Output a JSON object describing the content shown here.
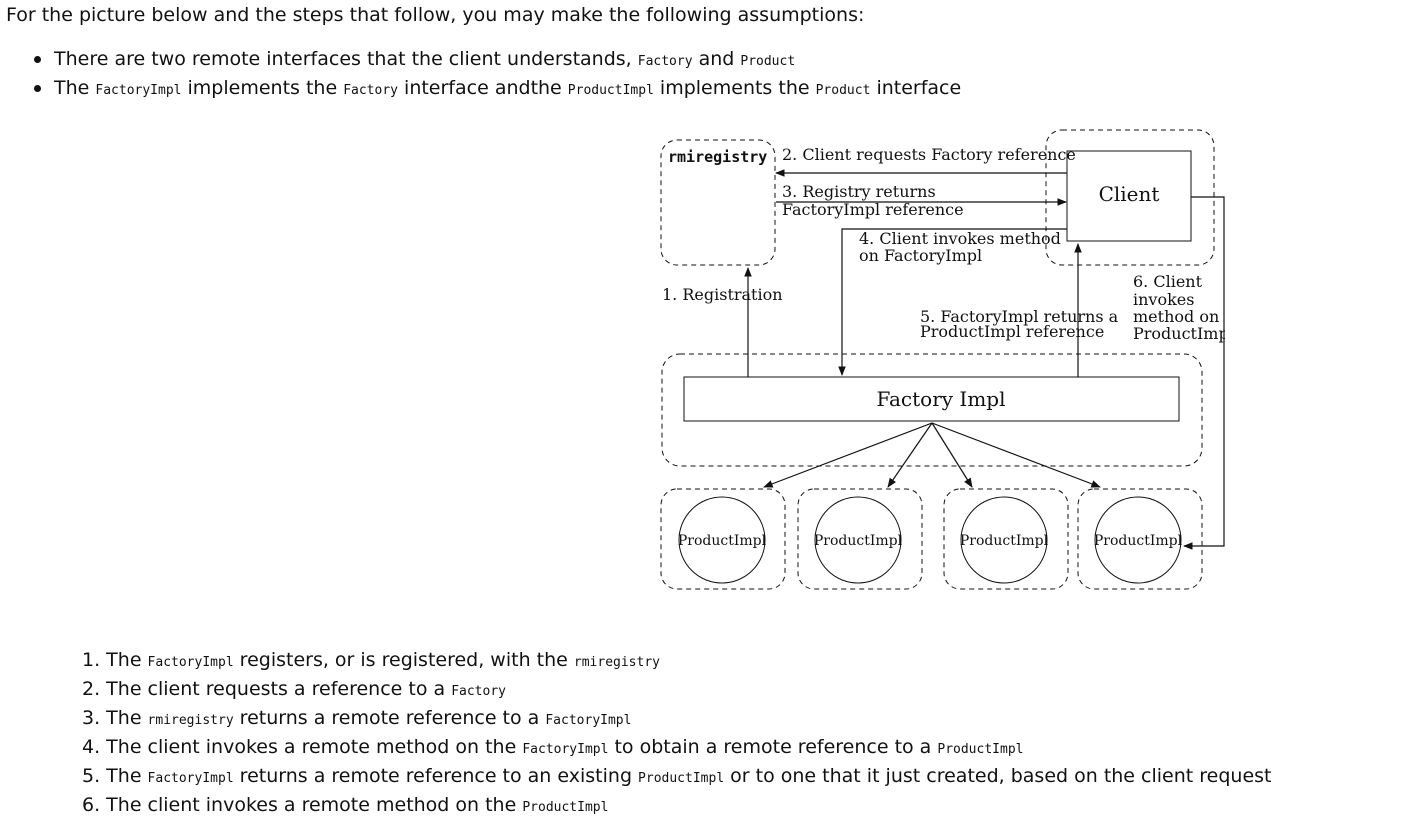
{
  "intro": "For the picture below and the steps that follow, you may make the following assumptions:",
  "assumptions": {
    "a1": {
      "t1": "There are two remote interfaces that the client understands, ",
      "c1": "Factory",
      "t2": " and ",
      "c2": "Product"
    },
    "a2": {
      "t1": "The ",
      "c1": "FactoryImpl",
      "t2": " implements the ",
      "c2": "Factory",
      "t3": " interface andthe ",
      "c3": "ProductImpl",
      "t4": " implements the ",
      "c4": "Product",
      "t5": " interface"
    }
  },
  "diagram": {
    "rmiregistry": "rmiregistry",
    "client": "Client",
    "factory_impl": "Factory Impl",
    "product_impls": [
      "ProductImpl",
      "ProductImpl",
      "ProductImpl",
      "ProductImpl"
    ],
    "labels": {
      "registration": "1. Registration",
      "client_requests": "2. Client requests Factory reference",
      "registry_returns_1": "3. Registry returns",
      "registry_returns_2": "FactoryImpl reference",
      "client_invokes_1": "4. Client invokes method",
      "client_invokes_2": "on FactoryImpl",
      "factory_returns_1": "5. FactoryImpl returns a",
      "factory_returns_2": "ProductImpl reference",
      "client_product_1": "6. Client",
      "client_product_2": "invokes",
      "client_product_3": "method on",
      "client_product_4": "ProductImpl"
    }
  },
  "steps": {
    "s1": {
      "t1": "1. The ",
      "c1": "FactoryImpl",
      "t2": " registers, or is registered, with the ",
      "c2": "rmiregistry"
    },
    "s2": {
      "t1": "2. The client requests a reference to a ",
      "c1": "Factory"
    },
    "s3": {
      "t1": "3. The ",
      "c1": "rmiregistry",
      "t2": " returns a remote reference to a ",
      "c2": "FactoryImpl"
    },
    "s4": {
      "t1": "4. The client invokes a remote method on the ",
      "c1": "FactoryImpl",
      "t2": " to obtain a remote reference to a ",
      "c2": "ProductImpl"
    },
    "s5": {
      "t1": "5. The ",
      "c1": "FactoryImpl",
      "t2": " returns a remote reference to an existing ",
      "c2": "ProductImpl",
      "t3": " or to one that it just created, based on the client request"
    },
    "s6": {
      "t1": "6. The client invokes a remote method on the ",
      "c1": "ProductImpl"
    }
  }
}
